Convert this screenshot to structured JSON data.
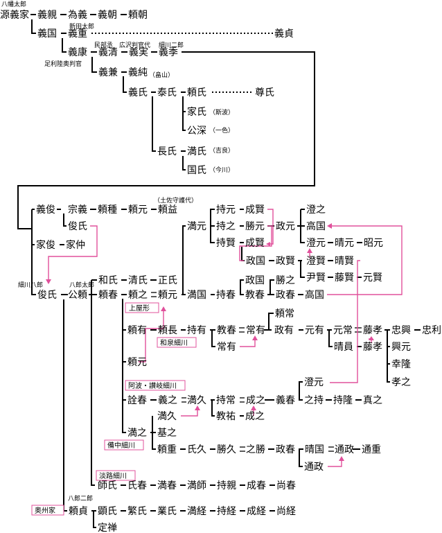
{
  "names": {
    "yoshiie": "源義家",
    "yoshichika": "義親",
    "tameyoshi": "為義",
    "yoshitomo": "義朝",
    "yoritomo": "頼朝",
    "yoshikuni": "義国",
    "yoshishige": "義重",
    "yoshisada": "義貞",
    "yoshiyasu": "義康",
    "yoshikiyo": "義清",
    "yoshizane": "義実",
    "yoshisue": "義季",
    "yoshikane": "義兼",
    "yoshizumi": "義純",
    "yoshiuji": "義氏",
    "yasuuji": "泰氏",
    "yoriuji": "頼氏",
    "takauji": "尊氏",
    "ieuji": "家氏",
    "kofuka": "公深",
    "osauji": "長氏",
    "mitsuuji": "満氏",
    "kuniuji": "国氏",
    "yoshitoshi": "義俊",
    "muneyoshi": "宗義",
    "yoritane": "頼種",
    "yorimoto1": "頼元",
    "yorimasu": "頼益",
    "toshiuji": "俊氏",
    "ietoshi": "家俊",
    "ienaka": "家仲",
    "toshiuji2": "俊氏",
    "kinyori": "公頼",
    "kazuuji": "和氏",
    "kiyouji": "清氏",
    "masauji": "正氏",
    "yoriharu": "頼春",
    "yoriyuki": "頼之",
    "yorimoto2": "頼元",
    "mitsumoto": "満元",
    "mochimoto": "持元",
    "mochiyuki": "持之",
    "mochikata": "持賢",
    "shigekata1": "成賢",
    "katsumoto": "勝元",
    "shigekata2": "成賢",
    "masamoto": "政元",
    "sumiyuki": "澄之",
    "takakuni1": "高国",
    "sumimoto": "澄元",
    "harumoto": "晴元",
    "akimoto": "昭元",
    "masakuni": "政国",
    "masakata": "政賢",
    "sumikata": "澄賢",
    "harukata": "晴賢",
    "tadakata": "尹賢",
    "fujikata": "藤賢",
    "motokata": "元賢",
    "mitsukuni": "満国",
    "mochiharu": "持春",
    "masakuni2": "政国",
    "noriharu": "教春",
    "katsuyuki": "勝之",
    "masaharu": "政春",
    "takakuni2": "高国",
    "yoriari": "頼有",
    "yorinaga": "頼長",
    "mochiari": "持有",
    "norikaru": "教春",
    "tsuneari": "常有",
    "tsuneari2": "常有",
    "masaari": "政有",
    "motoari": "元有",
    "motoaki": "元常",
    "fujitaka1": "藤孝",
    "harukazu": "晴員",
    "fujitaka2": "藤孝",
    "tadaoki": "忠興",
    "tadatoshi": "忠利",
    "okimoto": "興元",
    "yukitaka": "幸隆",
    "takayuki": "孝之",
    "yorimoto3": "頼元",
    "akiharu": "詮春",
    "yoshiyuki": "義之",
    "mitsuhisa": "満久",
    "mochitsune": "持常",
    "shigeyuki": "成之",
    "yoshiharu": "義春",
    "sumimoto2": "澄元",
    "yukimochi": "之持",
    "mochitaka": "持隆",
    "sanayuki": "真之",
    "mitsuhisa2": "満久",
    "noriyuki": "教祐",
    "shigeyuki2": "成之",
    "mitsuyuki": "満之",
    "motoyuki": "基之",
    "yorishige": "頼重",
    "ujihisa": "氏久",
    "katsuhisa": "勝久",
    "yukikatsu": "之勝",
    "masaharu2": "政春",
    "harukuni": "晴国",
    "michimasa": "通政",
    "michishige": "通重",
    "michimasa2": "通政",
    "morouji": "師氏",
    "ujiharu": "氏春",
    "mitsuharu": "満春",
    "mitsumoro": "満師",
    "mochichika": "持親",
    "shigeharu": "成春",
    "hisaharu": "尚春",
    "yorisada": "頼貞",
    "akiuji": "顕氏",
    "shigeuji": "繁氏",
    "nariuji": "業氏",
    "mitsutsune": "満経",
    "mochitsune2": "持経",
    "shigetsune": "成経",
    "hisatsune": "尚経",
    "jozen": "定禅"
  },
  "notes": {
    "hachiman": "八幡太郎",
    "nitta": "新田太郎",
    "minbu": "民部丞",
    "hirosawa": "広沢判官代",
    "hosokawa_jiro": "細川二郎",
    "ashikaga": "足利陸奥判官",
    "hatakeyama": "（畠山）",
    "shiba": "（斯波）",
    "isshiki": "（一色）",
    "kira": "（吉良）",
    "imagawa": "（今川）",
    "tosa": "（土佐守護代）",
    "hosokawa_hachiro": "細川八郎",
    "hachiro_taro": "八郎太郎",
    "hachiro_jiro": "八郎二郎"
  },
  "tags": {
    "kamiyakata": "上屋形",
    "izumi": "和泉細川",
    "awa": "阿波・讃岐細川",
    "bicchu": "備中細川",
    "awaji": "淡路細川",
    "oshu": "奥州家"
  },
  "colors": {
    "line": "#000000",
    "adoption": "#e0509b"
  }
}
